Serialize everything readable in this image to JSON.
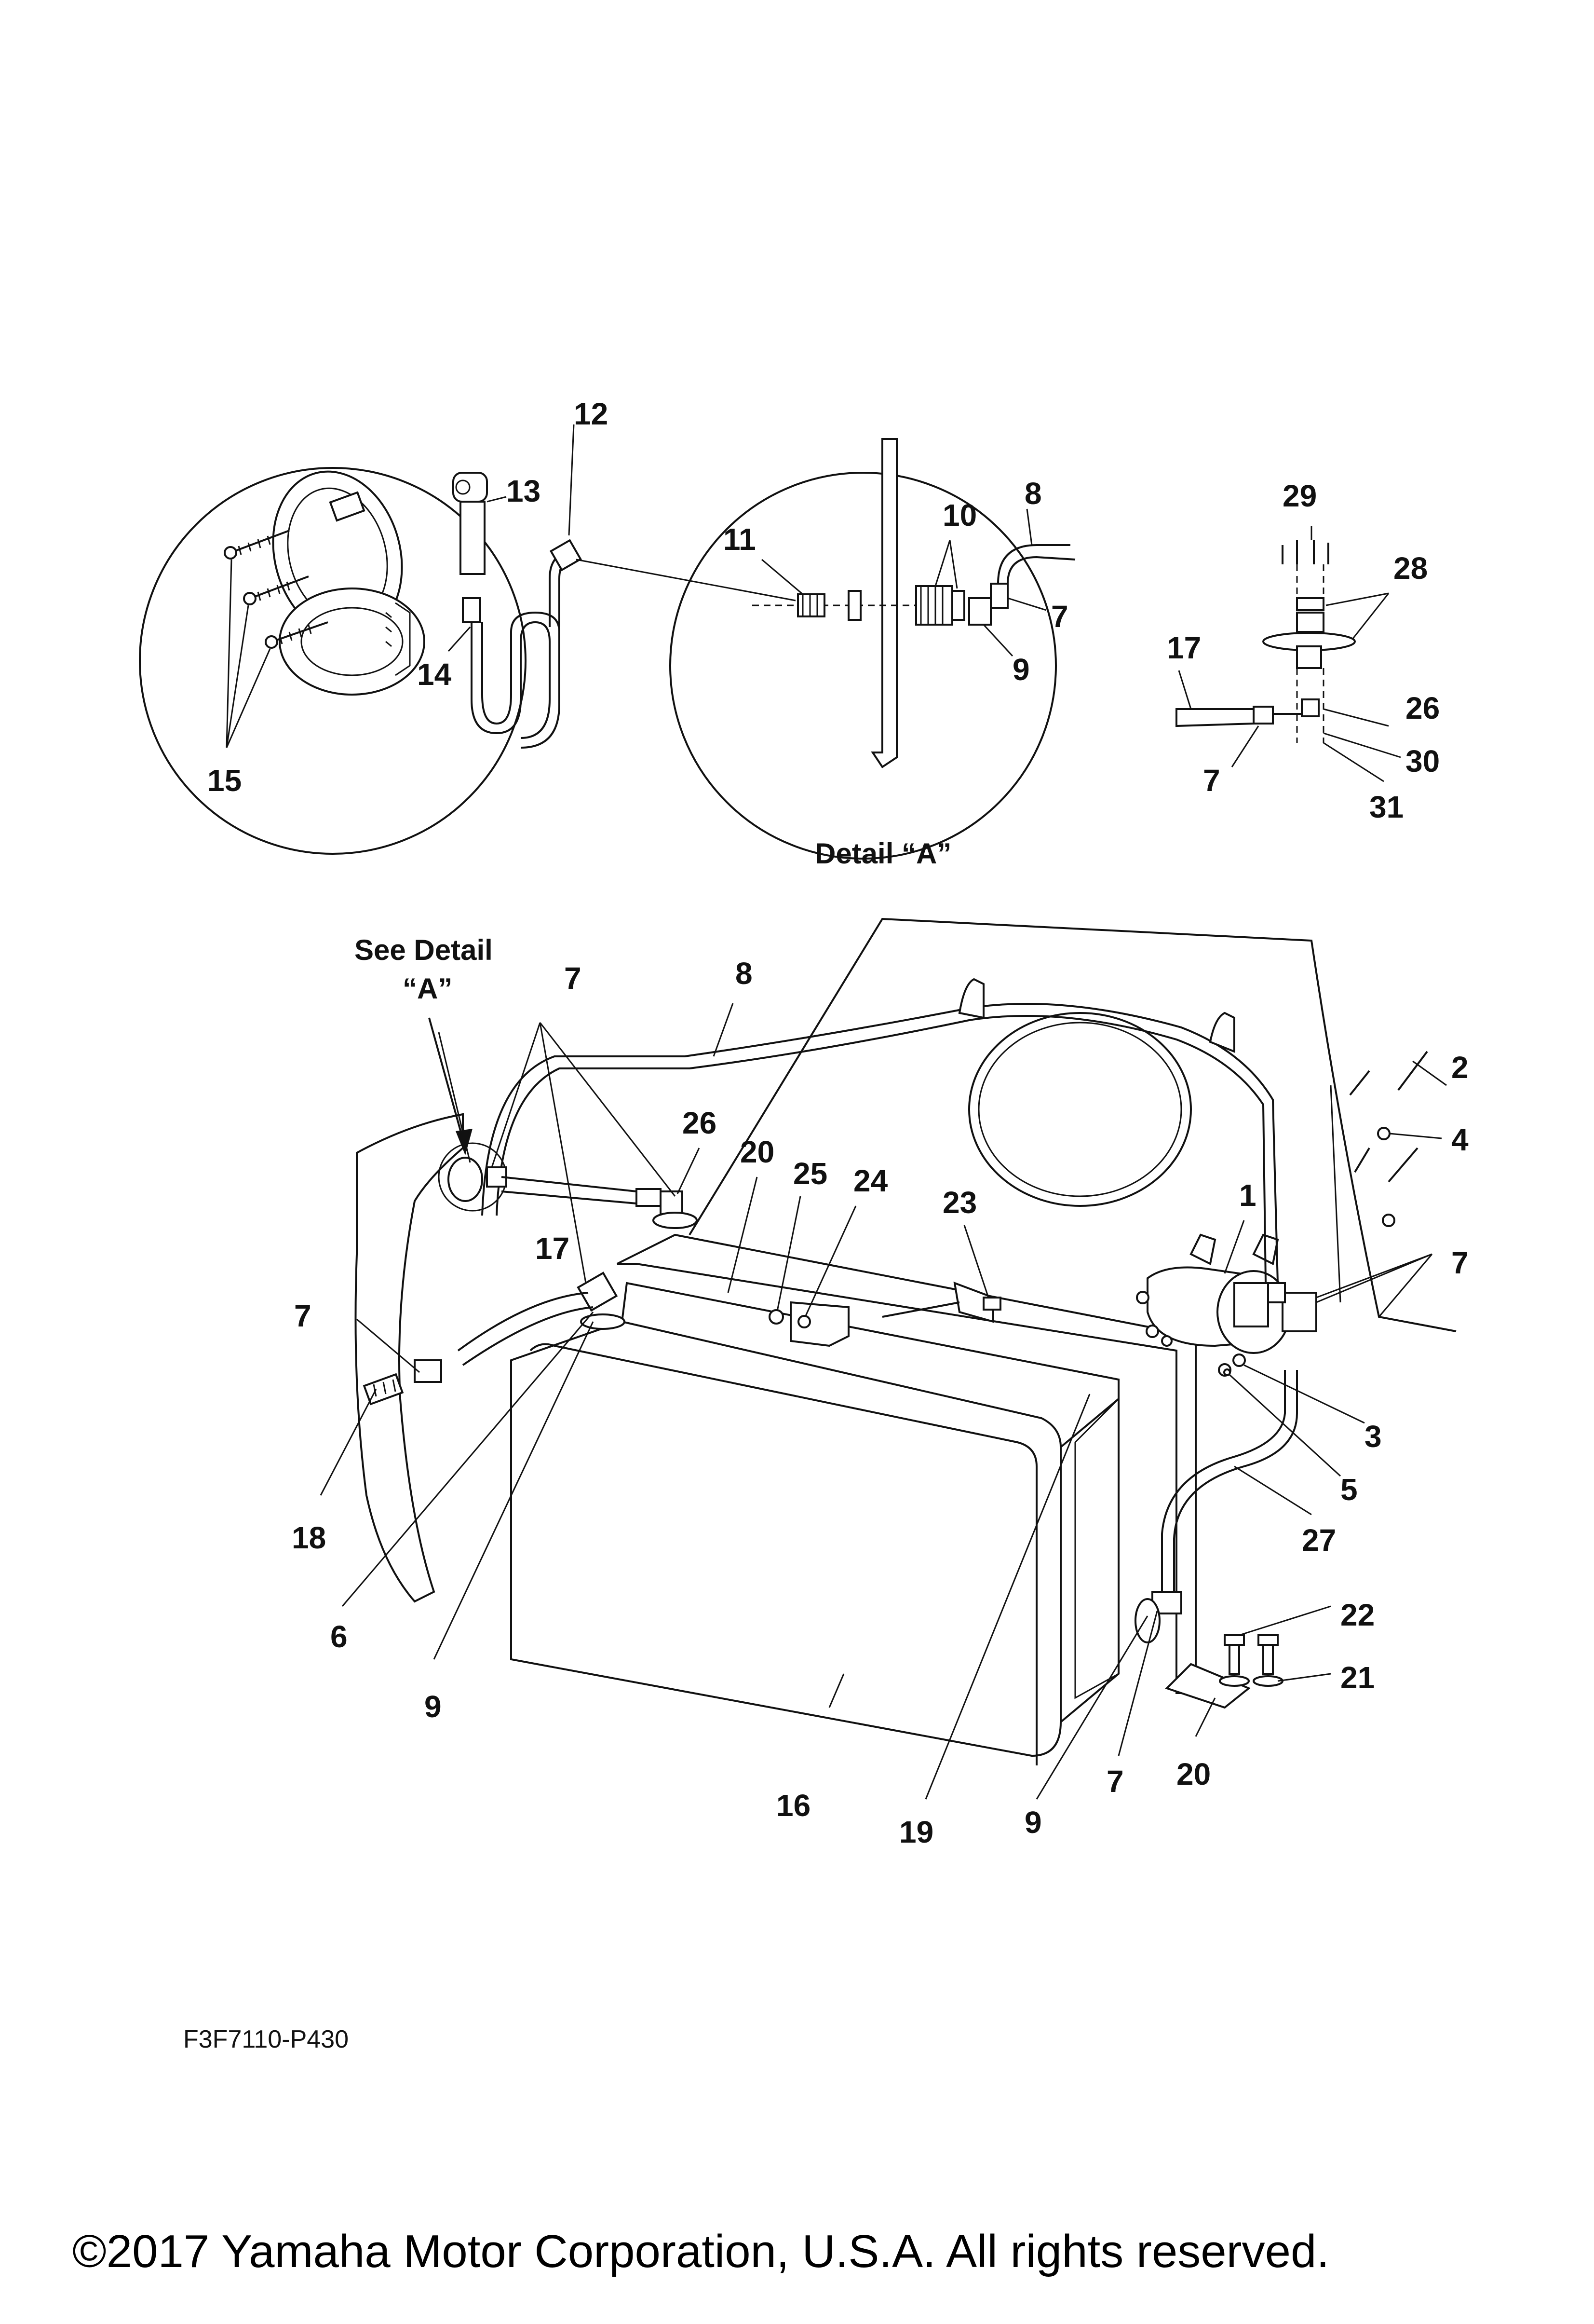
{
  "callouts": {
    "c1": "1",
    "c2": "2",
    "c3": "3",
    "c4": "4",
    "c5": "5",
    "c6": "6",
    "c7a": "7",
    "c7b": "7",
    "c7c": "7",
    "c7d": "7",
    "c7e": "7",
    "c7f": "7",
    "c8a": "8",
    "c8b": "8",
    "c9a": "9",
    "c9b": "9",
    "c9c": "9",
    "c10": "10",
    "c11": "11",
    "c12": "12",
    "c13": "13",
    "c14": "14",
    "c15": "15",
    "c16": "16",
    "c17a": "17",
    "c17b": "17",
    "c18": "18",
    "c19": "19",
    "c20a": "20",
    "c20b": "20",
    "c21": "21",
    "c22": "22",
    "c23": "23",
    "c24": "24",
    "c25": "25",
    "c26a": "26",
    "c26b": "26",
    "c27": "27",
    "c28": "28",
    "c29": "29",
    "c30": "30",
    "c31": "31"
  },
  "detail_caption": "Detail “A”",
  "see_detail_line1": "See Detail",
  "see_detail_line2": "“A”",
  "drawing_code": "F3F7110-P430",
  "copyright": "©2017 Yamaha Motor Corporation, U.S.A. All rights reserved."
}
